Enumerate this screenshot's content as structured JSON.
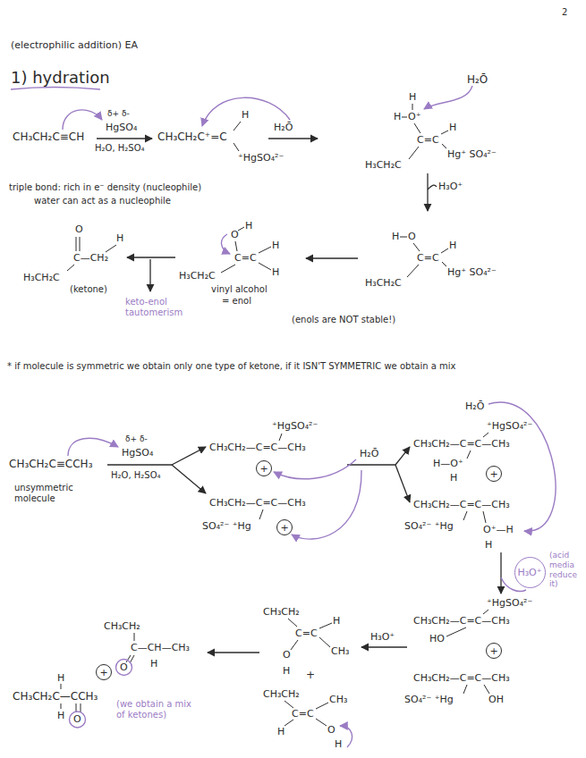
{
  "diagram": {
    "title": "(electrophilic addition) EA",
    "nodes": [
      {
        "text": [
          "+"
        ]
      },
      {
        "text": [
          "+"
        ]
      },
      {
        "text": [
          "+"
        ]
      },
      {
        "text": [
          "H₃O⁺"
        ]
      },
      {
        "text": [
          "+"
        ]
      },
      {
        "text": [
          "+"
        ]
      }
    ],
    "labels": [
      "2",
      "1) hydration",
      "H₂Ō",
      "CH₃CH₂C≡CH",
      "δ+ δ-",
      "HgSO₄",
      "H₂O, H₂SO₄",
      "CH₃CH₂C⁺=C",
      "H",
      "⁺HgSO₄²⁻",
      "H₂Ō",
      "H",
      "O⁺",
      "H",
      "C=C",
      "H",
      "Hg⁺ SO₄²⁻",
      "H₃CH₂C",
      "triple bond: rich in e⁻ density (nucleophile)",
      "water can act as a nucleophile",
      "H₃O⁺",
      "H",
      "O",
      "C=C",
      "H",
      "Hg⁺ SO₄²⁻",
      "H₃CH₂C",
      "O",
      "H",
      "C=C",
      "H",
      "H",
      "H₃CH₂C",
      "vinyl alcohol",
      "= enol",
      "O",
      "C—CH₂",
      "H",
      "H₃CH₂C",
      "(ketone)",
      "keto-enol tautomerism",
      "(enols are NOT stable!)",
      "* if molecule is symmetric we obtain only one type of ketone, if it ISN'T SYMMETRIC we obtain a mix",
      "CH₃CH₂C≡CCH₃",
      "δ+ δ-",
      "HgSO₄",
      "H₂O, H₂SO₄",
      "unsymmetric molecule",
      "⁺HgSO₄²⁻",
      "CH₃CH₂—C=C—CH₃",
      "CH₃CH₂—C=C—CH₃",
      "SO₄²⁻ ⁺Hg",
      "H₂Ō",
      "H₂Ō",
      "⁺HgSO₄²⁻",
      "CH₃CH₂—C=C—CH₃",
      "H—O⁺",
      "H",
      "CH₃CH₂—C=C—CH₃",
      "SO₄²⁻ ⁺Hg",
      "O⁺—H",
      "H",
      "(acid media reduce it)",
      "⁺HgSO₄²⁻",
      "CH₃CH₂—C=C—CH₃",
      "HO",
      "CH₃CH₂—C=C—CH₃",
      "SO₄²⁻ ⁺Hg",
      "OH",
      "H₃O⁺",
      "CH₃CH₂",
      "C=C",
      "H",
      "CH₃",
      "O",
      "H",
      "+",
      "CH₃CH₂",
      "C=C",
      "CH₃",
      "H",
      "O",
      "H",
      "CH₃CH₂",
      "C—CH—CH₃",
      "O",
      "H",
      "H",
      "CH₃CH₂C—CCH₃",
      "H",
      "O",
      "(we obtain a mix of ketones)"
    ]
  }
}
